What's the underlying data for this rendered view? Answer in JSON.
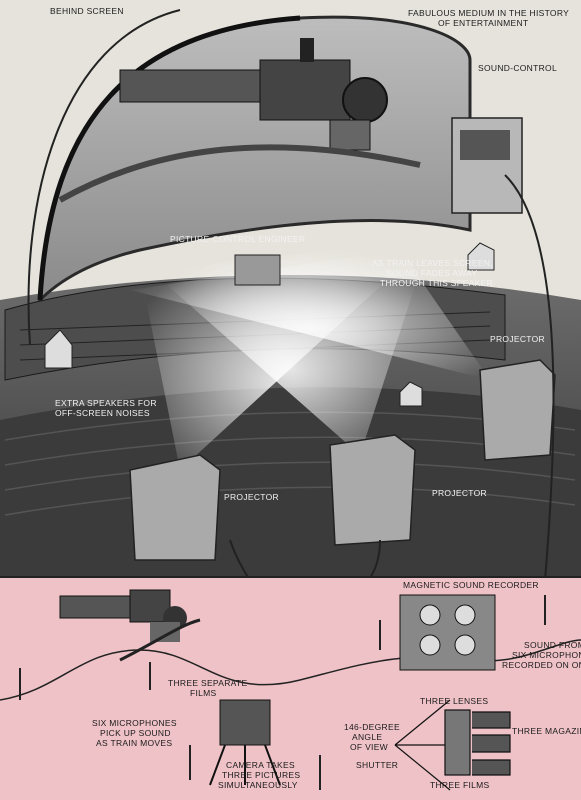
{
  "labels": {
    "behind_screen": "BEHIND SCREEN",
    "fabulous_1": "FABULOUS MEDIUM IN THE HISTORY",
    "fabulous_2": "OF ENTERTAINMENT",
    "sound_control": "SOUND-CONTROL",
    "picture_control": "PICTURE-CONTROL ENGINEER",
    "train_leaves_1": "AS TRAIN LEAVES SCREEN,",
    "train_leaves_2": "SOUND FADES AWAY",
    "train_leaves_3": "THROUGH THIS SPEAKER",
    "projector_right": "PROJECTOR",
    "extra_speakers_1": "EXTRA SPEAKERS FOR",
    "extra_speakers_2": "OFF-SCREEN NOISES",
    "projector_left": "PROJECTOR",
    "projector_center": "PROJECTOR",
    "magnetic_recorder": "MAGNETIC SOUND RECORDER",
    "sound_from_1": "SOUND FROM",
    "sound_from_2": "SIX MICROPHONES",
    "sound_from_3": "RECORDED ON ONE TA",
    "three_films_sep_1": "THREE SEPARATE",
    "three_films_sep_2": "FILMS",
    "three_lenses": "THREE LENSES",
    "six_mics_1": "SIX MICROPHONES",
    "six_mics_2": "PICK UP SOUND",
    "six_mics_3": "AS TRAIN MOVES",
    "angle_1": "146-DEGREE",
    "angle_2": "ANGLE",
    "angle_3": "OF VIEW",
    "three_magazines": "THREE MAGAZINE",
    "shutter": "SHUTTER",
    "camera_1": "CAMERA TAKES",
    "camera_2": "THREE PICTURES",
    "camera_3": "SIMULTANEOUSLY",
    "three_films": "THREE FILMS"
  },
  "colors": {
    "paper": "#e9e6df",
    "pink_panel": "#eec2c6",
    "ink": "#1b1b1b",
    "theater_dark": "#3a3a3a",
    "beam": "#f5f5f5"
  }
}
